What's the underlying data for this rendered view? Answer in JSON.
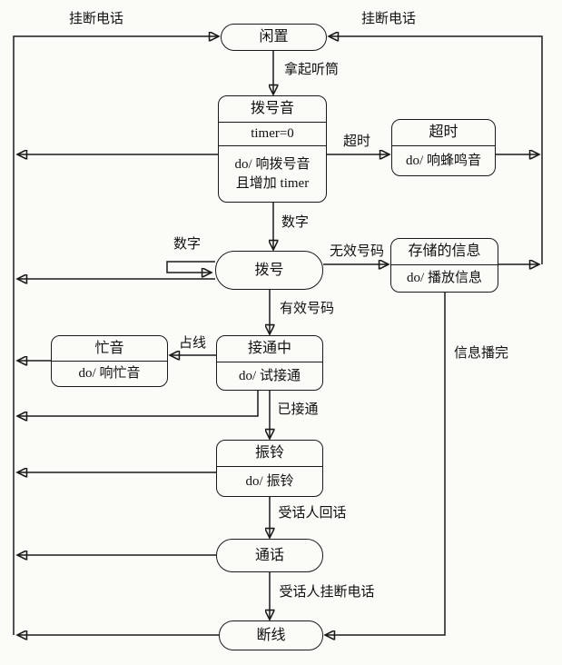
{
  "diagram": {
    "type": "state-diagram",
    "colors": {
      "line": "#1a1a1a",
      "background": "#fbfbf8",
      "text": "#111111"
    },
    "states": {
      "idle": {
        "label": "闲置"
      },
      "dial_tone": {
        "title": "拨号音",
        "variable": "timer=0",
        "action_line1": "do/ 响拨号音",
        "action_line2": "且增加 timer"
      },
      "timeout": {
        "title": "超时",
        "action": "do/ 响蜂鸣音"
      },
      "dialing": {
        "label": "拨号"
      },
      "stored_message": {
        "title": "存储的信息",
        "action": "do/ 播放信息"
      },
      "connecting": {
        "title": "接通中",
        "action": "do/ 试接通"
      },
      "busy_tone": {
        "title": "忙音",
        "action": "do/ 响忙音"
      },
      "ringing": {
        "title": "振铃",
        "action": "do/ 振铃"
      },
      "talking": {
        "label": "通话"
      },
      "disconnected": {
        "label": "断线"
      }
    },
    "transitions": {
      "hangup_left": "挂断电话",
      "hangup_right": "挂断电话",
      "pick_up_receiver": "拿起听筒",
      "timeout": "超时",
      "digit_down": "数字",
      "digit_loop": "数字",
      "invalid_number": "无效号码",
      "valid_number": "有效号码",
      "busy": "占线",
      "connected": "已接通",
      "callee_answers": "受话人回话",
      "callee_hangs_up": "受话人挂断电话",
      "message_finished": "信息播完"
    }
  }
}
